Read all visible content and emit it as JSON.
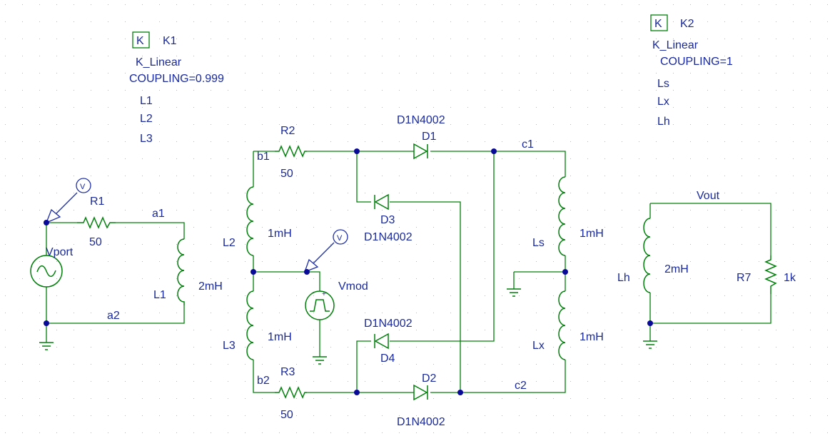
{
  "colors": {
    "wire": "#00800a",
    "label": "#1a2a9c",
    "junction": "#0a0a99",
    "grid": "#b8b8b8"
  },
  "coupling_k1": {
    "badge": "K",
    "name": "K1",
    "type": "K_Linear",
    "coupling": "COUPLING=0.999",
    "inductors": [
      "L1",
      "L2",
      "L3"
    ]
  },
  "coupling_k2": {
    "badge": "K",
    "name": "K2",
    "type": "K_Linear",
    "coupling": "COUPLING=1",
    "inductors": [
      "Ls",
      "Lx",
      "Lh"
    ]
  },
  "components": {
    "vport": "Vport",
    "vmod": "Vmod",
    "r1": {
      "name": "R1",
      "value": "50"
    },
    "r2": {
      "name": "R2",
      "value": "50"
    },
    "r3": {
      "name": "R3",
      "value": "50"
    },
    "r7": {
      "name": "R7",
      "value": "1k"
    },
    "l1": {
      "name": "L1",
      "value": "2mH"
    },
    "l2": {
      "name": "L2",
      "value": "1mH"
    },
    "l3": {
      "name": "L3",
      "value": "1mH"
    },
    "ls": {
      "name": "Ls",
      "value": "1mH"
    },
    "lx": {
      "name": "Lx",
      "value": "1mH"
    },
    "lh": {
      "name": "Lh",
      "value": "2mH"
    },
    "d1": {
      "name": "D1",
      "model": "D1N4002"
    },
    "d2": {
      "name": "D2",
      "model": "D1N4002"
    },
    "d3": {
      "name": "D3",
      "model": "D1N4002"
    },
    "d4": {
      "name": "D4",
      "model": "D1N4002"
    }
  },
  "nets": {
    "a1": "a1",
    "a2": "a2",
    "b1": "b1",
    "b2": "b2",
    "c1": "c1",
    "c2": "c2",
    "vout": "Vout"
  },
  "probe_symbol": "V"
}
